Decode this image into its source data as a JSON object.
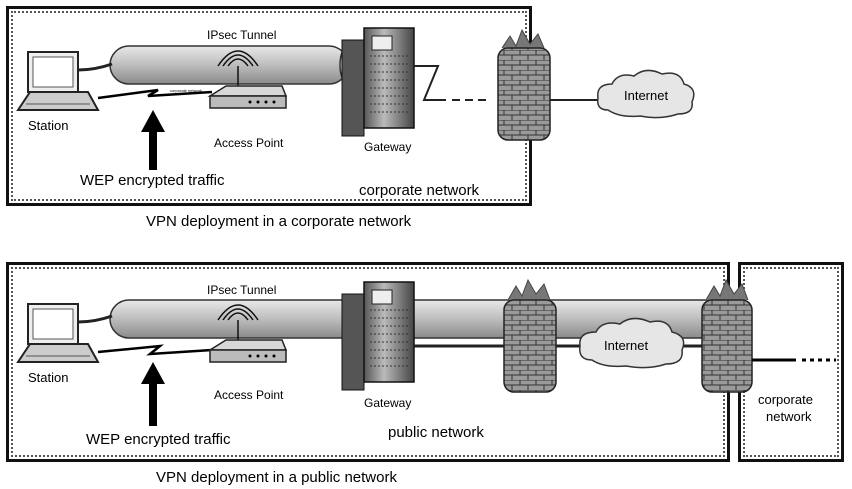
{
  "top": {
    "tunnel_label": "IPsec Tunnel",
    "station_label": "Station",
    "ap_label": "Access Point",
    "gateway_label": "Gateway",
    "internet_label": "Internet",
    "wep_label": "WEP encrypted traffic",
    "zone_label": "corporate network",
    "caption": "VPN deployment in a corporate network",
    "ap_small_text": "corporate network"
  },
  "bottom": {
    "tunnel_label": "IPsec Tunnel",
    "station_label": "Station",
    "ap_label": "Access Point",
    "gateway_label": "Gateway",
    "internet_label": "Internet",
    "wep_label": "WEP encrypted traffic",
    "zone_label": "public network",
    "caption": "VPN deployment in a public network",
    "corp_label_line1": "corporate",
    "corp_label_line2": "network"
  }
}
